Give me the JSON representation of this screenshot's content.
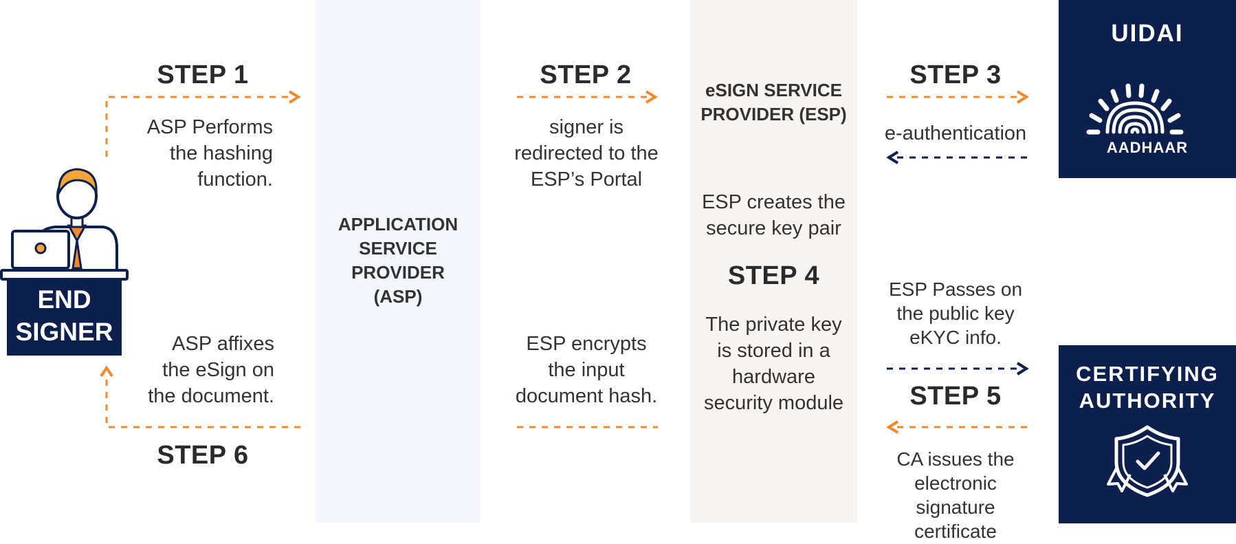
{
  "colors": {
    "navy": "#0c1f4d",
    "orange": "#ef8a2d",
    "asp_panel": "#f3f7fb",
    "esp_panel": "#f8f4f1"
  },
  "end_signer": {
    "label": "END\nSIGNER",
    "icon": "person-with-laptop-icon"
  },
  "asp_panel": {
    "title": "APPLICATION\nSERVICE\nPROVIDER\n(ASP)"
  },
  "esp_panel": {
    "title": "eSIGN SERVICE\nPROVIDER (ESP)",
    "key_pair_text": "ESP creates the\nsecure key pair",
    "step_label": "STEP 4",
    "hsm_text": "The private key\nis stored in a\nhardware\nsecurity module"
  },
  "uidai": {
    "title": "UIDAI",
    "logo_text": "AADHAAR",
    "icon": "aadhaar-fingerprint-sun-icon"
  },
  "ca": {
    "title": "CERTIFYING\nAUTHORITY",
    "icon": "shield-check-ribbon-icon"
  },
  "steps": {
    "s1": {
      "label": "STEP 1",
      "text": "ASP Performs\nthe hashing\nfunction."
    },
    "s2": {
      "label": "STEP 2",
      "text": "signer is\nredirected to the\nESP’s Portal"
    },
    "s3": {
      "label": "STEP 3",
      "text": "e-authentication"
    },
    "s5": {
      "label": "STEP 5",
      "text_top": "ESP Passes on\nthe public key\neKYC info.",
      "text_bottom": "CA issues the\nelectronic\nsignature\ncertificate"
    },
    "s6": {
      "label": "STEP 6",
      "text": "ASP affixes\nthe eSign on\nthe document."
    },
    "encrypt": {
      "text": "ESP encrypts\nthe input\ndocument hash."
    }
  }
}
